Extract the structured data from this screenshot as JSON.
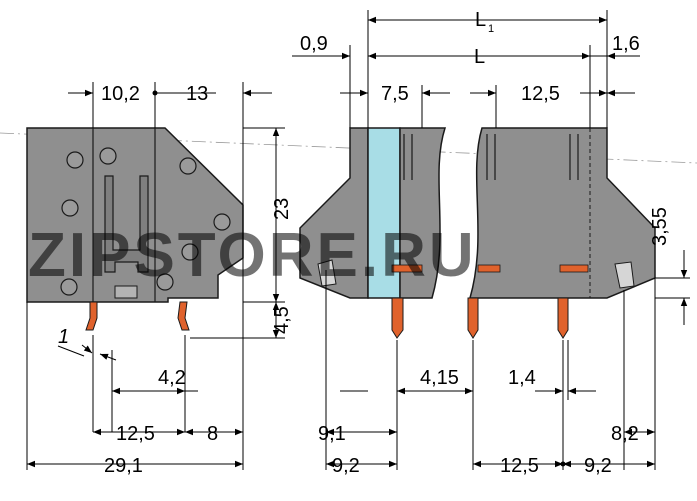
{
  "watermark": {
    "text": "ZIPSTORE.RU"
  },
  "colors": {
    "housing": "#8f8f8f",
    "housing_dark": "#7a7a7a",
    "outline": "#1a1a1a",
    "pin": "#e0622c",
    "transparent_part": "#a8dde6",
    "watermark": "#f0a33c",
    "line": "#000000"
  },
  "side_view": {
    "dims": {
      "top_left": "10,2",
      "top_right": "13",
      "height": "23",
      "pin_length": "4,5",
      "pin_angle": "1",
      "pin_offset": "4,2",
      "pitch": "12,5",
      "edge": "8",
      "total_width": "29,1"
    }
  },
  "front_view": {
    "dims": {
      "offset_top": "0,9",
      "length_total": "L",
      "length_total_sub": "1",
      "length": "L",
      "pitch_small": "7,5",
      "pitch_large": "12,5",
      "edge_top": "1,6",
      "pin_height": "3,55",
      "left_edge": "9,1",
      "pin_gap": "4,15",
      "pin_width": "1,4",
      "left_bottom": "9,2",
      "right_pitch": "12,5",
      "right_bottom": "9,2",
      "right_edge": "8,2"
    }
  }
}
